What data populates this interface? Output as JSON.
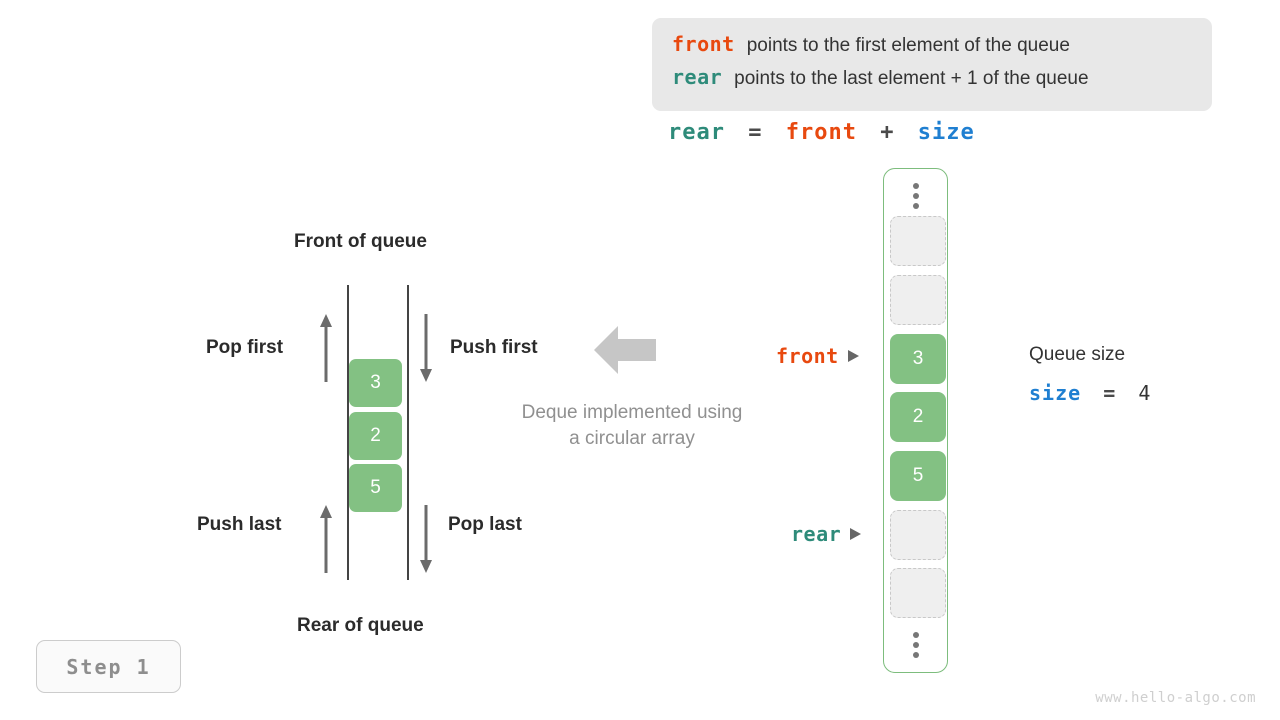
{
  "legend": {
    "lines": [
      {
        "key": "front",
        "key_color": "#e8490f",
        "text": "points to the first element of the queue"
      },
      {
        "key": "rear",
        "key_color": "#2e8b7a",
        "text": "points to the last element + 1 of the queue"
      }
    ]
  },
  "formula": {
    "lhs": "rear",
    "equals": "=",
    "rhs1": "front",
    "plus": "+",
    "rhs2": "size"
  },
  "deque": {
    "front_label": "Front of queue",
    "rear_label": "Rear of queue",
    "pop_first_label": "Pop first",
    "push_first_label": "Push first",
    "push_last_label": "Push last",
    "pop_last_label": "Pop last",
    "cells": [
      "3",
      "2",
      "5"
    ]
  },
  "caption": {
    "line1": "Deque implemented using",
    "line2": "a circular array"
  },
  "array": {
    "top_ellipsis": "⋮",
    "bottom_ellipsis": "⋮",
    "cells": [
      {
        "value": "",
        "state": "empty"
      },
      {
        "value": "",
        "state": "empty"
      },
      {
        "value": "3",
        "state": "filled"
      },
      {
        "value": "2",
        "state": "filled"
      },
      {
        "value": "5",
        "state": "filled"
      },
      {
        "value": "",
        "state": "empty"
      },
      {
        "value": "",
        "state": "empty"
      }
    ],
    "front_pointer": "front",
    "rear_pointer": "rear"
  },
  "queue_size": {
    "title": "Queue size",
    "var": "size",
    "equals": "=",
    "value": "4"
  },
  "step": {
    "label": "Step 1"
  },
  "watermark": "www.hello-algo.com",
  "colors": {
    "front": "#e8490f",
    "rear": "#2e8b7a",
    "size": "#1f7fd1",
    "cell_fill": "#83c183",
    "container_border": "#7dbd7d",
    "legend_bg": "#e8e8e8",
    "caption_text": "#909090"
  }
}
